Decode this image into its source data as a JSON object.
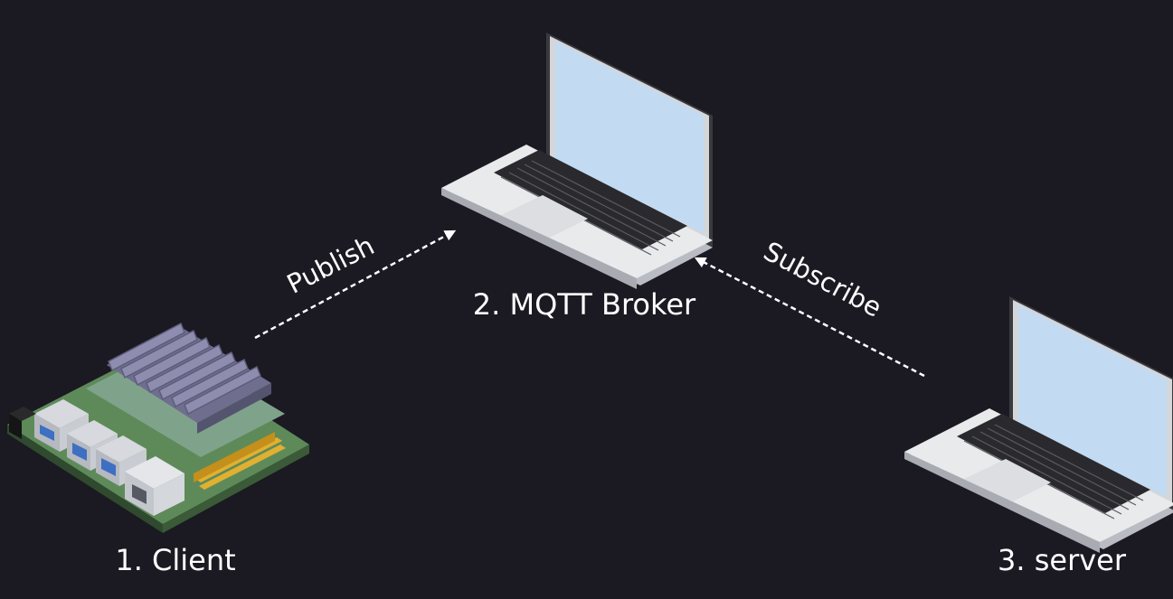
{
  "colors": {
    "background": "#1b1922",
    "text": "#ffffff",
    "screen": "#c2dbf2",
    "laptop_body": "#e9eaec"
  },
  "nodes": {
    "client": {
      "label": "1. Client",
      "icon": "jetson-board-icon"
    },
    "broker": {
      "label": "2. MQTT Broker",
      "icon": "laptop-icon"
    },
    "server": {
      "label": "3. server",
      "icon": "laptop-icon"
    }
  },
  "edges": {
    "publish": {
      "label": "Publish",
      "from": "client",
      "to": "broker"
    },
    "subscribe": {
      "label": "Subscribe",
      "from": "server",
      "to": "broker"
    }
  }
}
